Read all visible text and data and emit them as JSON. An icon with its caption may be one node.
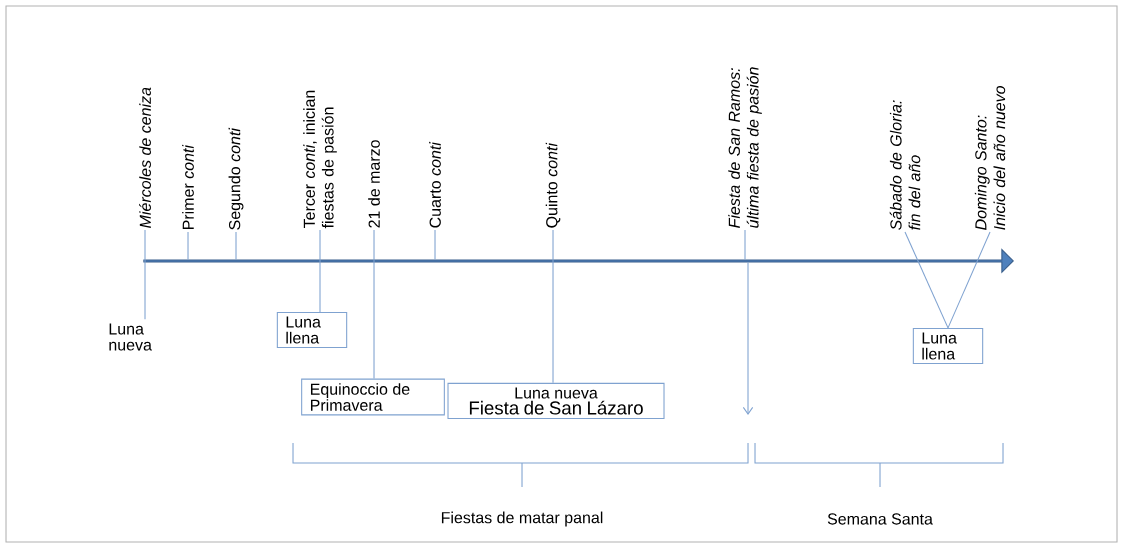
{
  "diagram": {
    "nodes": [
      {
        "text": [
          "Miércoles de ceniza"
        ]
      },
      {
        "text": [
          "Primer *conti*"
        ]
      },
      {
        "text": [
          "Segundo *conti*"
        ]
      },
      {
        "text": [
          "Tercer *conti*, inician fiestas de pasión"
        ]
      },
      {
        "text": [
          "21 de marzo"
        ]
      },
      {
        "text": [
          "Cuarto *conti*"
        ]
      },
      {
        "text": [
          "Quinto *conti*"
        ]
      },
      {
        "text": [
          "Fiesta de San Ramos: última fiesta de pasión"
        ]
      },
      {
        "text": [
          "Sábado de Gloria: fin del año"
        ]
      },
      {
        "text": [
          "Domingo Santo: Inicio del año nuevo"
        ]
      },
      {
        "text": [],
        "shape": "arrow"
      },
      {
        "text": [
          "Luna nueva"
        ]
      },
      {
        "text": [
          "Luna llena"
        ]
      },
      {
        "text": [
          "Equinoccio de Primavera"
        ]
      },
      {
        "text": [
          "Luna nueva",
          "Fiesta de San Lázaro"
        ]
      },
      {
        "text": [
          "Luna llena"
        ]
      }
    ],
    "edges": [
      {
        "from": 0,
        "to": 11,
        "arrow": "none"
      },
      {
        "from": 1,
        "to": 10,
        "arrow": "none"
      },
      {
        "from": 2,
        "to": 10,
        "arrow": "none"
      },
      {
        "from": 3,
        "to": 12,
        "arrow": "none"
      },
      {
        "from": 4,
        "to": 13,
        "arrow": "none"
      },
      {
        "from": 5,
        "to": 10,
        "arrow": "none"
      },
      {
        "from": 6,
        "to": 14,
        "arrow": "none"
      },
      {
        "from": 7,
        "to": 10,
        "arrow": "none"
      },
      {
        "from": 10,
        "to": null,
        "arrow": "to"
      },
      {
        "from": 8,
        "to": 15,
        "arrow": "none"
      },
      {
        "from": 9,
        "to": 15,
        "arrow": "none"
      }
    ],
    "labels": [
      "Fiestas de matar panal",
      "Semana Santa"
    ]
  }
}
